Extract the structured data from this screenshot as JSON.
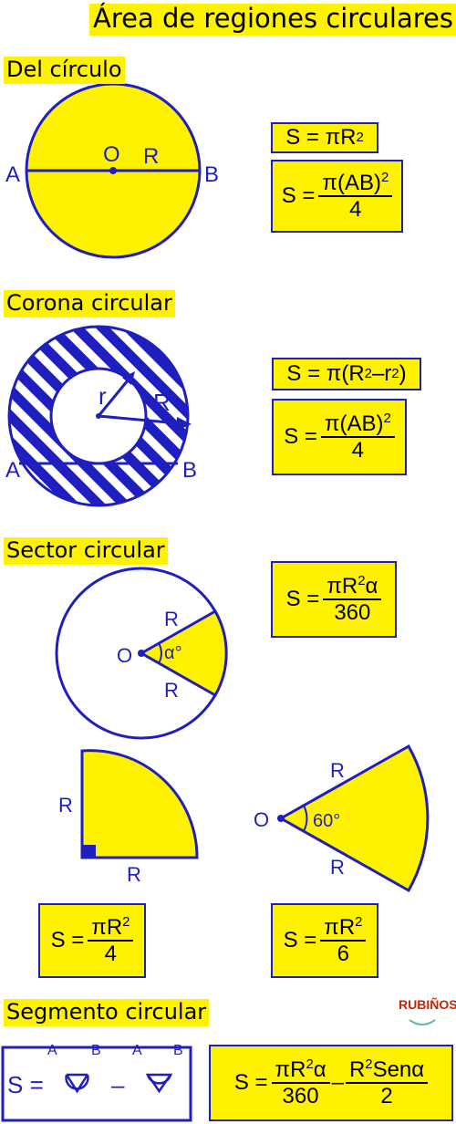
{
  "title": "Área de regiones circulares",
  "sections": {
    "circle": {
      "heading": "Del círculo",
      "labels": {
        "A": "A",
        "B": "B",
        "O": "O",
        "R": "R"
      },
      "formula1": {
        "lhs": "S =",
        "rhs": "πR",
        "exp": "2"
      },
      "formula2": {
        "lhs": "S =",
        "num": "π(AB)",
        "exp": "2",
        "den": "4"
      }
    },
    "corona": {
      "heading": "Corona circular",
      "labels": {
        "A": "A",
        "B": "B",
        "r": "r",
        "R": "R"
      },
      "formula1": {
        "lhs": "S =",
        "pre": "π(R",
        "exp1": "2",
        "mid": "–r",
        "exp2": "2",
        "post": ")"
      },
      "formula2": {
        "lhs": "S =",
        "num": "π(AB)",
        "exp": "2",
        "den": "4"
      }
    },
    "sector": {
      "heading": "Sector circular",
      "labels": {
        "O": "O",
        "R1": "R",
        "R2": "R",
        "alpha": "α°"
      },
      "formula_main": {
        "lhs": "S =",
        "num_pre": "πR",
        "exp": "2",
        "num_post": "α",
        "den": "360"
      },
      "quarter": {
        "R1": "R",
        "R2": "R"
      },
      "sixty": {
        "O": "O",
        "angle": "60°",
        "R1": "R",
        "R2": "R"
      },
      "formula_quarter": {
        "lhs": "S =",
        "num": "πR",
        "exp": "2",
        "den": "4"
      },
      "formula_sixty": {
        "lhs": "S =",
        "num": "πR",
        "exp": "2",
        "den": "6"
      }
    },
    "segment": {
      "heading": "Segmento circular",
      "logo": "RUBIÑOS",
      "formula_visual": {
        "lhs": "S =",
        "minus": "–",
        "hidden_letters": [
          "A",
          "B",
          "A",
          "B"
        ]
      },
      "formula": {
        "lhs": "S =",
        "num1_pre": "πR",
        "exp1": "2",
        "num1_post": "α",
        "den1": "360",
        "minus": "–",
        "num2_pre": "R",
        "exp2": "2",
        "num2_post": "Senα",
        "den2": "2"
      }
    }
  },
  "colors": {
    "fill": "#fff200",
    "stroke": "#1f1fbf",
    "text": "#0000ee"
  }
}
